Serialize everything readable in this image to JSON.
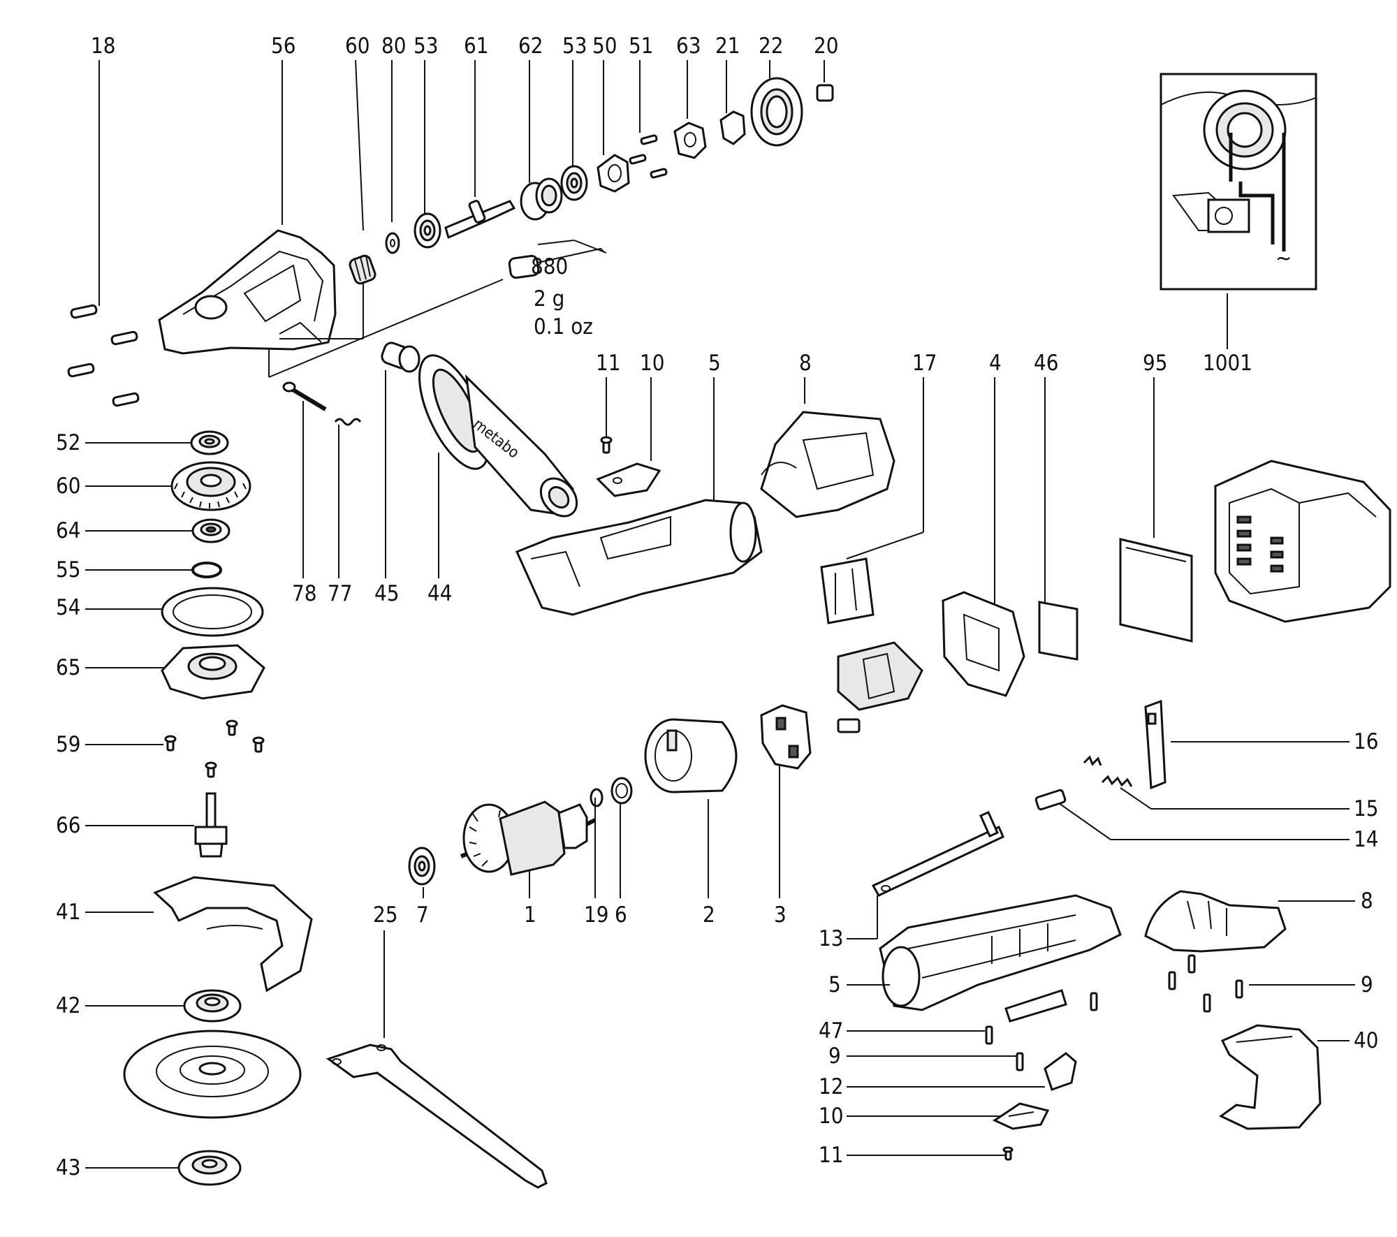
{
  "callouts": {
    "top_row": [
      "18",
      "56",
      "60",
      "80",
      "53",
      "61",
      "62",
      "53",
      "50",
      "51",
      "63",
      "21",
      "22",
      "20"
    ],
    "mid_row": [
      "11",
      "10",
      "5",
      "8",
      "17",
      "4",
      "46",
      "95",
      "1001"
    ],
    "left_col": [
      "52",
      "60",
      "64",
      "55",
      "54",
      "65",
      "59",
      "66",
      "41",
      "42",
      "43"
    ],
    "under_head": [
      "78",
      "77",
      "45",
      "44"
    ],
    "armature_row": [
      "7",
      "1",
      "19",
      "6",
      "2",
      "3"
    ],
    "wrench": "25",
    "right_col": [
      "16",
      "15",
      "14",
      "8",
      "9",
      "40"
    ],
    "bottom_left_of_housing": [
      "13",
      "5",
      "47",
      "9",
      "12",
      "10",
      "11"
    ]
  },
  "grease": {
    "code": "880",
    "weight_g": "2 g",
    "weight_oz": "0.1 oz"
  },
  "branding": "metabo",
  "wiring_inset": {
    "ac_symbol": "~"
  },
  "colors": {
    "line": "#111111",
    "background": "#ffffff"
  }
}
